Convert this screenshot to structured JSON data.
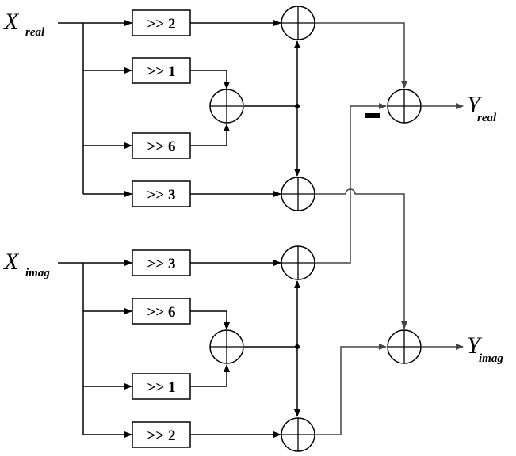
{
  "inputs": {
    "x_real": {
      "main": "X",
      "sub": "real"
    },
    "x_imag": {
      "main": "X",
      "sub": "imag"
    }
  },
  "outputs": {
    "y_real": {
      "main": "Y",
      "sub": "real"
    },
    "y_imag": {
      "main": "Y",
      "sub": "imag"
    }
  },
  "shift_blocks": {
    "real_shift_2": ">> 2",
    "real_shift_1": ">> 1",
    "real_shift_6": ">> 6",
    "real_shift_3": ">> 3",
    "imag_shift_3": ">> 3",
    "imag_shift_6": ">> 6",
    "imag_shift_1": ">> 1",
    "imag_shift_2": ">> 2"
  },
  "sign_marker": "−",
  "colors": {
    "line": "#000000",
    "output_wire": "#444444",
    "background": "#ffffff"
  }
}
